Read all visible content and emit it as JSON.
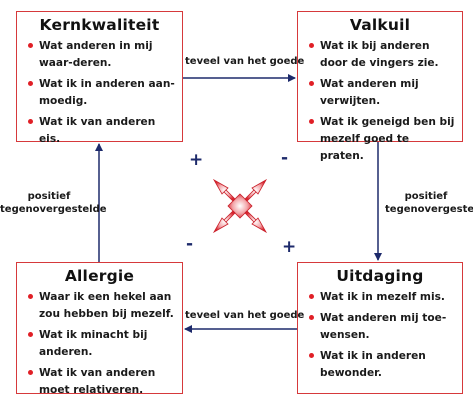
{
  "quadrants": {
    "kernkwaliteit": {
      "title": "Kernkwaliteit",
      "items": [
        "Wat anderen in mij waar-deren.",
        "Wat ik in anderen aan-moedig.",
        "Wat ik van anderen eis."
      ]
    },
    "valkuil": {
      "title": "Valkuil",
      "items": [
        "Wat ik bij anderen door de vingers zie.",
        "Wat anderen mij verwijten.",
        "Wat ik geneigd ben bij mezelf goed te praten."
      ]
    },
    "allergie": {
      "title": "Allergie",
      "items": [
        "Waar ik een hekel aan zou hebben bij mezelf.",
        "Wat ik minacht bij anderen.",
        "Wat ik van anderen moet relativeren."
      ]
    },
    "uitdaging": {
      "title": "Uitdaging",
      "items": [
        "Wat ik in mezelf mis.",
        "Wat anderen mij toe-wensen.",
        "Wat ik in anderen bewonder."
      ]
    }
  },
  "connectors": {
    "top": "teveel van het goede",
    "bottom": "teveel van het goede",
    "left_line1": "positief",
    "left_line2": "tegenovergestelde",
    "right_line1": "positief",
    "right_line2": "tegenovergestelde"
  },
  "signs": {
    "top_left": "+",
    "top_right": "-",
    "bottom_left": "-",
    "bottom_right": "+"
  },
  "colors": {
    "border": "#d6393b",
    "bullet": "#e01f26",
    "arrow": "#1d2a6b",
    "center_icon": "#d9232e"
  }
}
